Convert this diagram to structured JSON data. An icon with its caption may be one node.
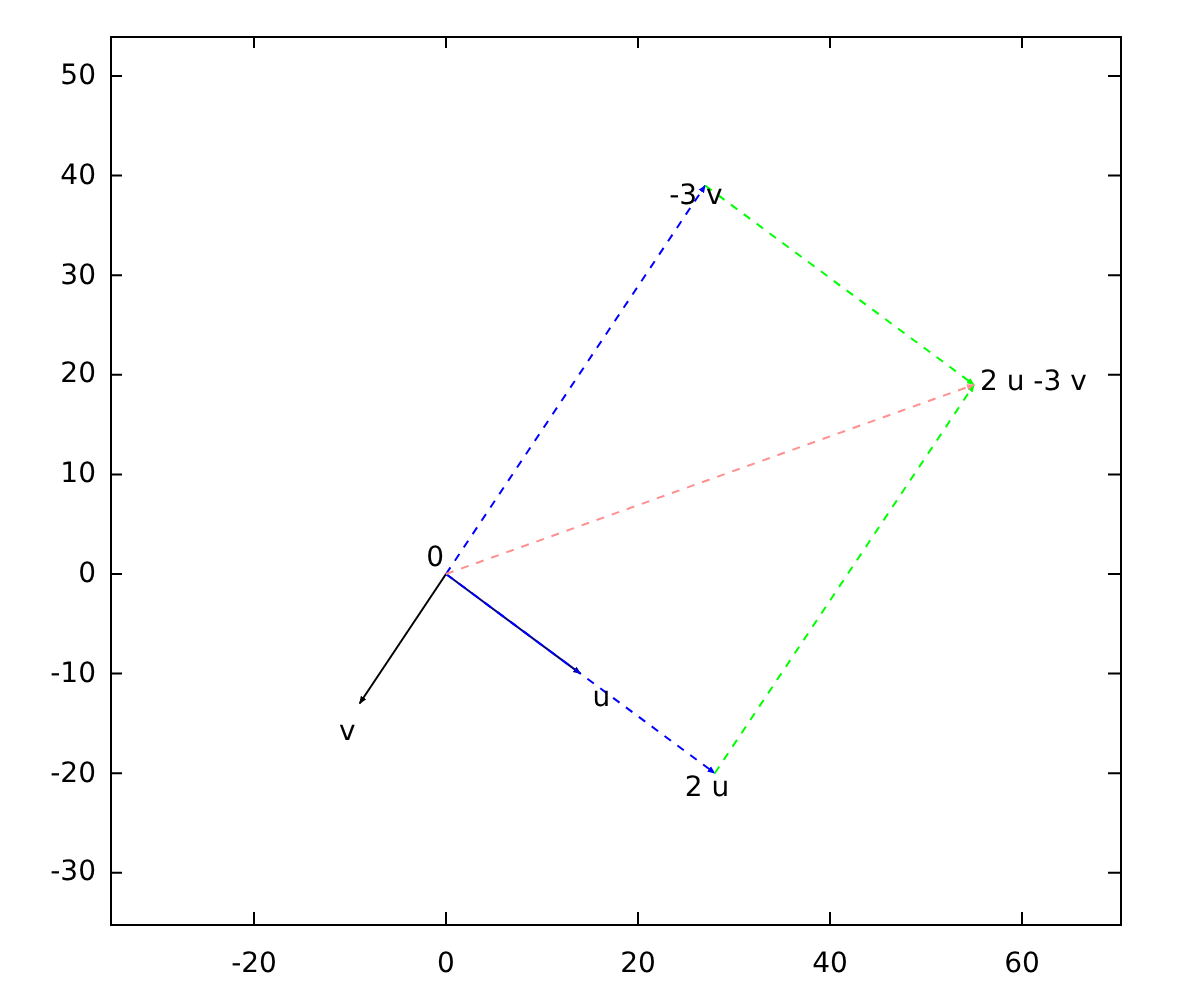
{
  "diagram": {
    "nodes": [
      {
        "text": [
          "0"
        ]
      },
      {
        "text": [
          "u"
        ]
      },
      {
        "text": [
          "v"
        ]
      },
      {
        "text": [
          "2 u"
        ]
      },
      {
        "text": [
          "-3 v"
        ]
      },
      {
        "text": [
          "2 u -3 v"
        ]
      }
    ],
    "edges": [
      {
        "from": 0,
        "to": 1,
        "arrow": "to",
        "color": "#00008b"
      },
      {
        "from": 0,
        "to": 2,
        "arrow": "to",
        "color": "#000000"
      },
      {
        "from": 0,
        "to": 3,
        "arrow": "to",
        "style": "dashed",
        "color": "#0000ff"
      },
      {
        "from": 0,
        "to": 4,
        "arrow": "to",
        "style": "dashed",
        "color": "#0000ff"
      },
      {
        "from": 4,
        "to": 5,
        "arrow": "to",
        "style": "dashed",
        "color": "#00ff00"
      },
      {
        "from": 3,
        "to": 5,
        "arrow": "to",
        "style": "dashed",
        "color": "#00ff00"
      },
      {
        "from": 0,
        "to": 5,
        "arrow": "to",
        "style": "dashed",
        "color": "#ff9090"
      }
    ],
    "labels": [
      "50",
      "40",
      "30",
      "20",
      "10",
      "0",
      "-10",
      "-20",
      "-30",
      "-20",
      "0",
      "20",
      "40",
      "60"
    ]
  }
}
